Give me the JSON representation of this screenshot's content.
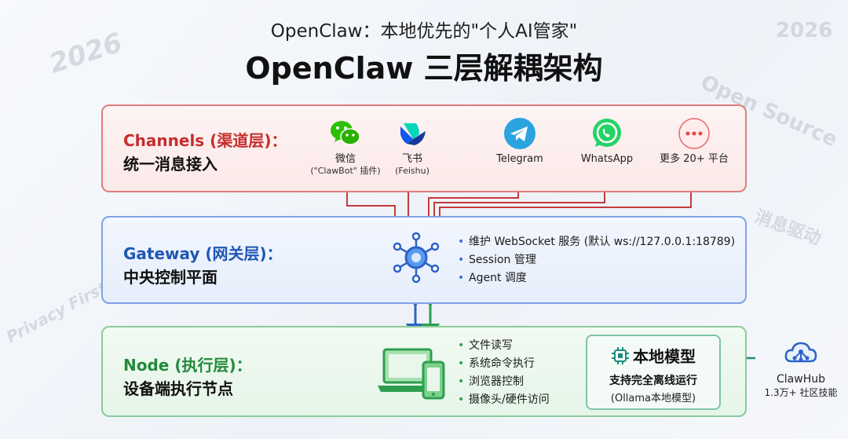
{
  "header": {
    "subtitle": "OpenClaw：本地优先的\"个人AI管家\"",
    "title": "OpenClaw 三层解耦架构"
  },
  "watermarks": {
    "year_left": "2026",
    "year_right": "2026",
    "open_source": "Open Source",
    "privacy_first": "Privacy First",
    "message_driven": "消息驱动"
  },
  "channels": {
    "name": "Channels (渠道层)：",
    "desc": "统一消息接入",
    "items": [
      {
        "icon": "wechat-icon",
        "label": "微信",
        "sub": "(\"ClawBot\" 插件)"
      },
      {
        "icon": "feishu-icon",
        "label": "飞书",
        "sub": "(Feishu)"
      },
      {
        "icon": "telegram-icon",
        "label": "Telegram",
        "sub": ""
      },
      {
        "icon": "whatsapp-icon",
        "label": "WhatsApp",
        "sub": ""
      },
      {
        "icon": "more-icon",
        "label": "更多 20+ 平台",
        "sub": ""
      }
    ]
  },
  "gateway": {
    "name": "Gateway (网关层)：",
    "desc": "中央控制平面",
    "icon": "hub-icon",
    "bullets": [
      "维护 WebSocket 服务 (默认 ws://127.0.0.1:18789)",
      "Session 管理",
      "Agent 调度"
    ]
  },
  "node": {
    "name": "Node (执行层)：",
    "desc": "设备端执行节点",
    "icon": "laptop-phone-icon",
    "bullets": [
      "文件读写",
      "系统命令执行",
      "浏览器控制",
      "摄像头/硬件访问"
    ],
    "local_model": {
      "icon": "chip-icon",
      "title": "本地模型",
      "line1": "支持完全离线运行",
      "line2": "(Ollama本地模型)"
    }
  },
  "clawhub": {
    "icon": "cloud-network-icon",
    "name": "ClawHub",
    "count": "1.3万+ 社区技能"
  },
  "colors": {
    "channels_accent": "#c62d2d",
    "gateway_accent": "#1f57b4",
    "node_accent": "#238a3c",
    "arrow_red": "#c43a3a",
    "arrow_blue": "#2d62c7",
    "arrow_green": "#2e9e4f",
    "arrow_teal": "#1d8a7a"
  }
}
